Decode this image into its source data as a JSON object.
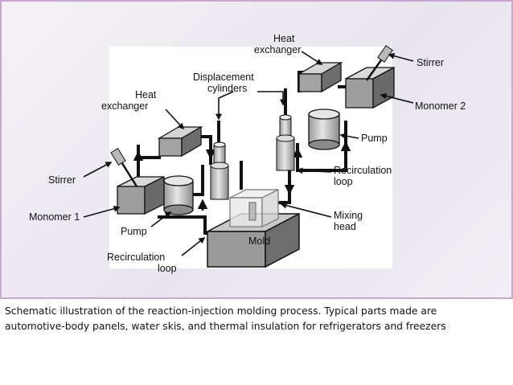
{
  "diagram": {
    "labels": {
      "heat_exchanger_right": [
        "Heat",
        "exchanger"
      ],
      "heat_exchanger_left": [
        "Heat",
        "exchanger"
      ],
      "displacement_cylinders": [
        "Displacement",
        "cylinders"
      ],
      "stirrer_right": "Stirrer",
      "stirrer_left": "Stirrer",
      "monomer_2": "Monomer 2",
      "monomer_1": "Monomer 1",
      "pump_right": "Pump",
      "pump_left": "Pump",
      "recirculation_right": [
        "Recirculation",
        "loop"
      ],
      "recirculation_left": [
        "Recirculation",
        "loop"
      ],
      "mixing_head": [
        "Mixing",
        "head"
      ],
      "mold": "Mold"
    }
  },
  "caption": {
    "line1": "Schematic illustration of the reaction-injection molding process.  Typical parts made are",
    "line2": "automotive-body panels, water skis, and thermal insulation for refrigerators and freezers"
  }
}
